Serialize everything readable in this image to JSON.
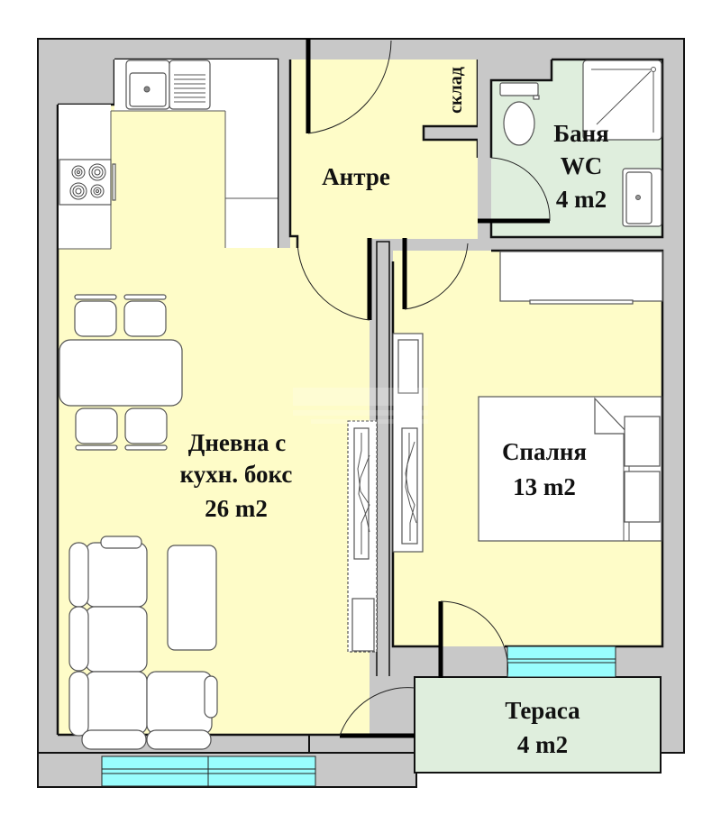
{
  "plan": {
    "colors": {
      "wall": "#c8c8c8",
      "living_floor": "#fefcc8",
      "wet_floor": "#dfeedd",
      "window": "#99fdfd",
      "furniture": "#ffffff"
    },
    "rooms": {
      "living": {
        "line1": "Дневна с",
        "line2": "кухн. бокс",
        "area": "26 m2"
      },
      "hall": {
        "name": "Антре"
      },
      "storage": {
        "name": "склад"
      },
      "bathroom": {
        "line1": "Баня",
        "line2": "WC",
        "area": "4 m2"
      },
      "bedroom": {
        "name": "Спалня",
        "area": "13 m2"
      },
      "terrace": {
        "name": "Тераса",
        "area": "4 m2"
      }
    }
  }
}
